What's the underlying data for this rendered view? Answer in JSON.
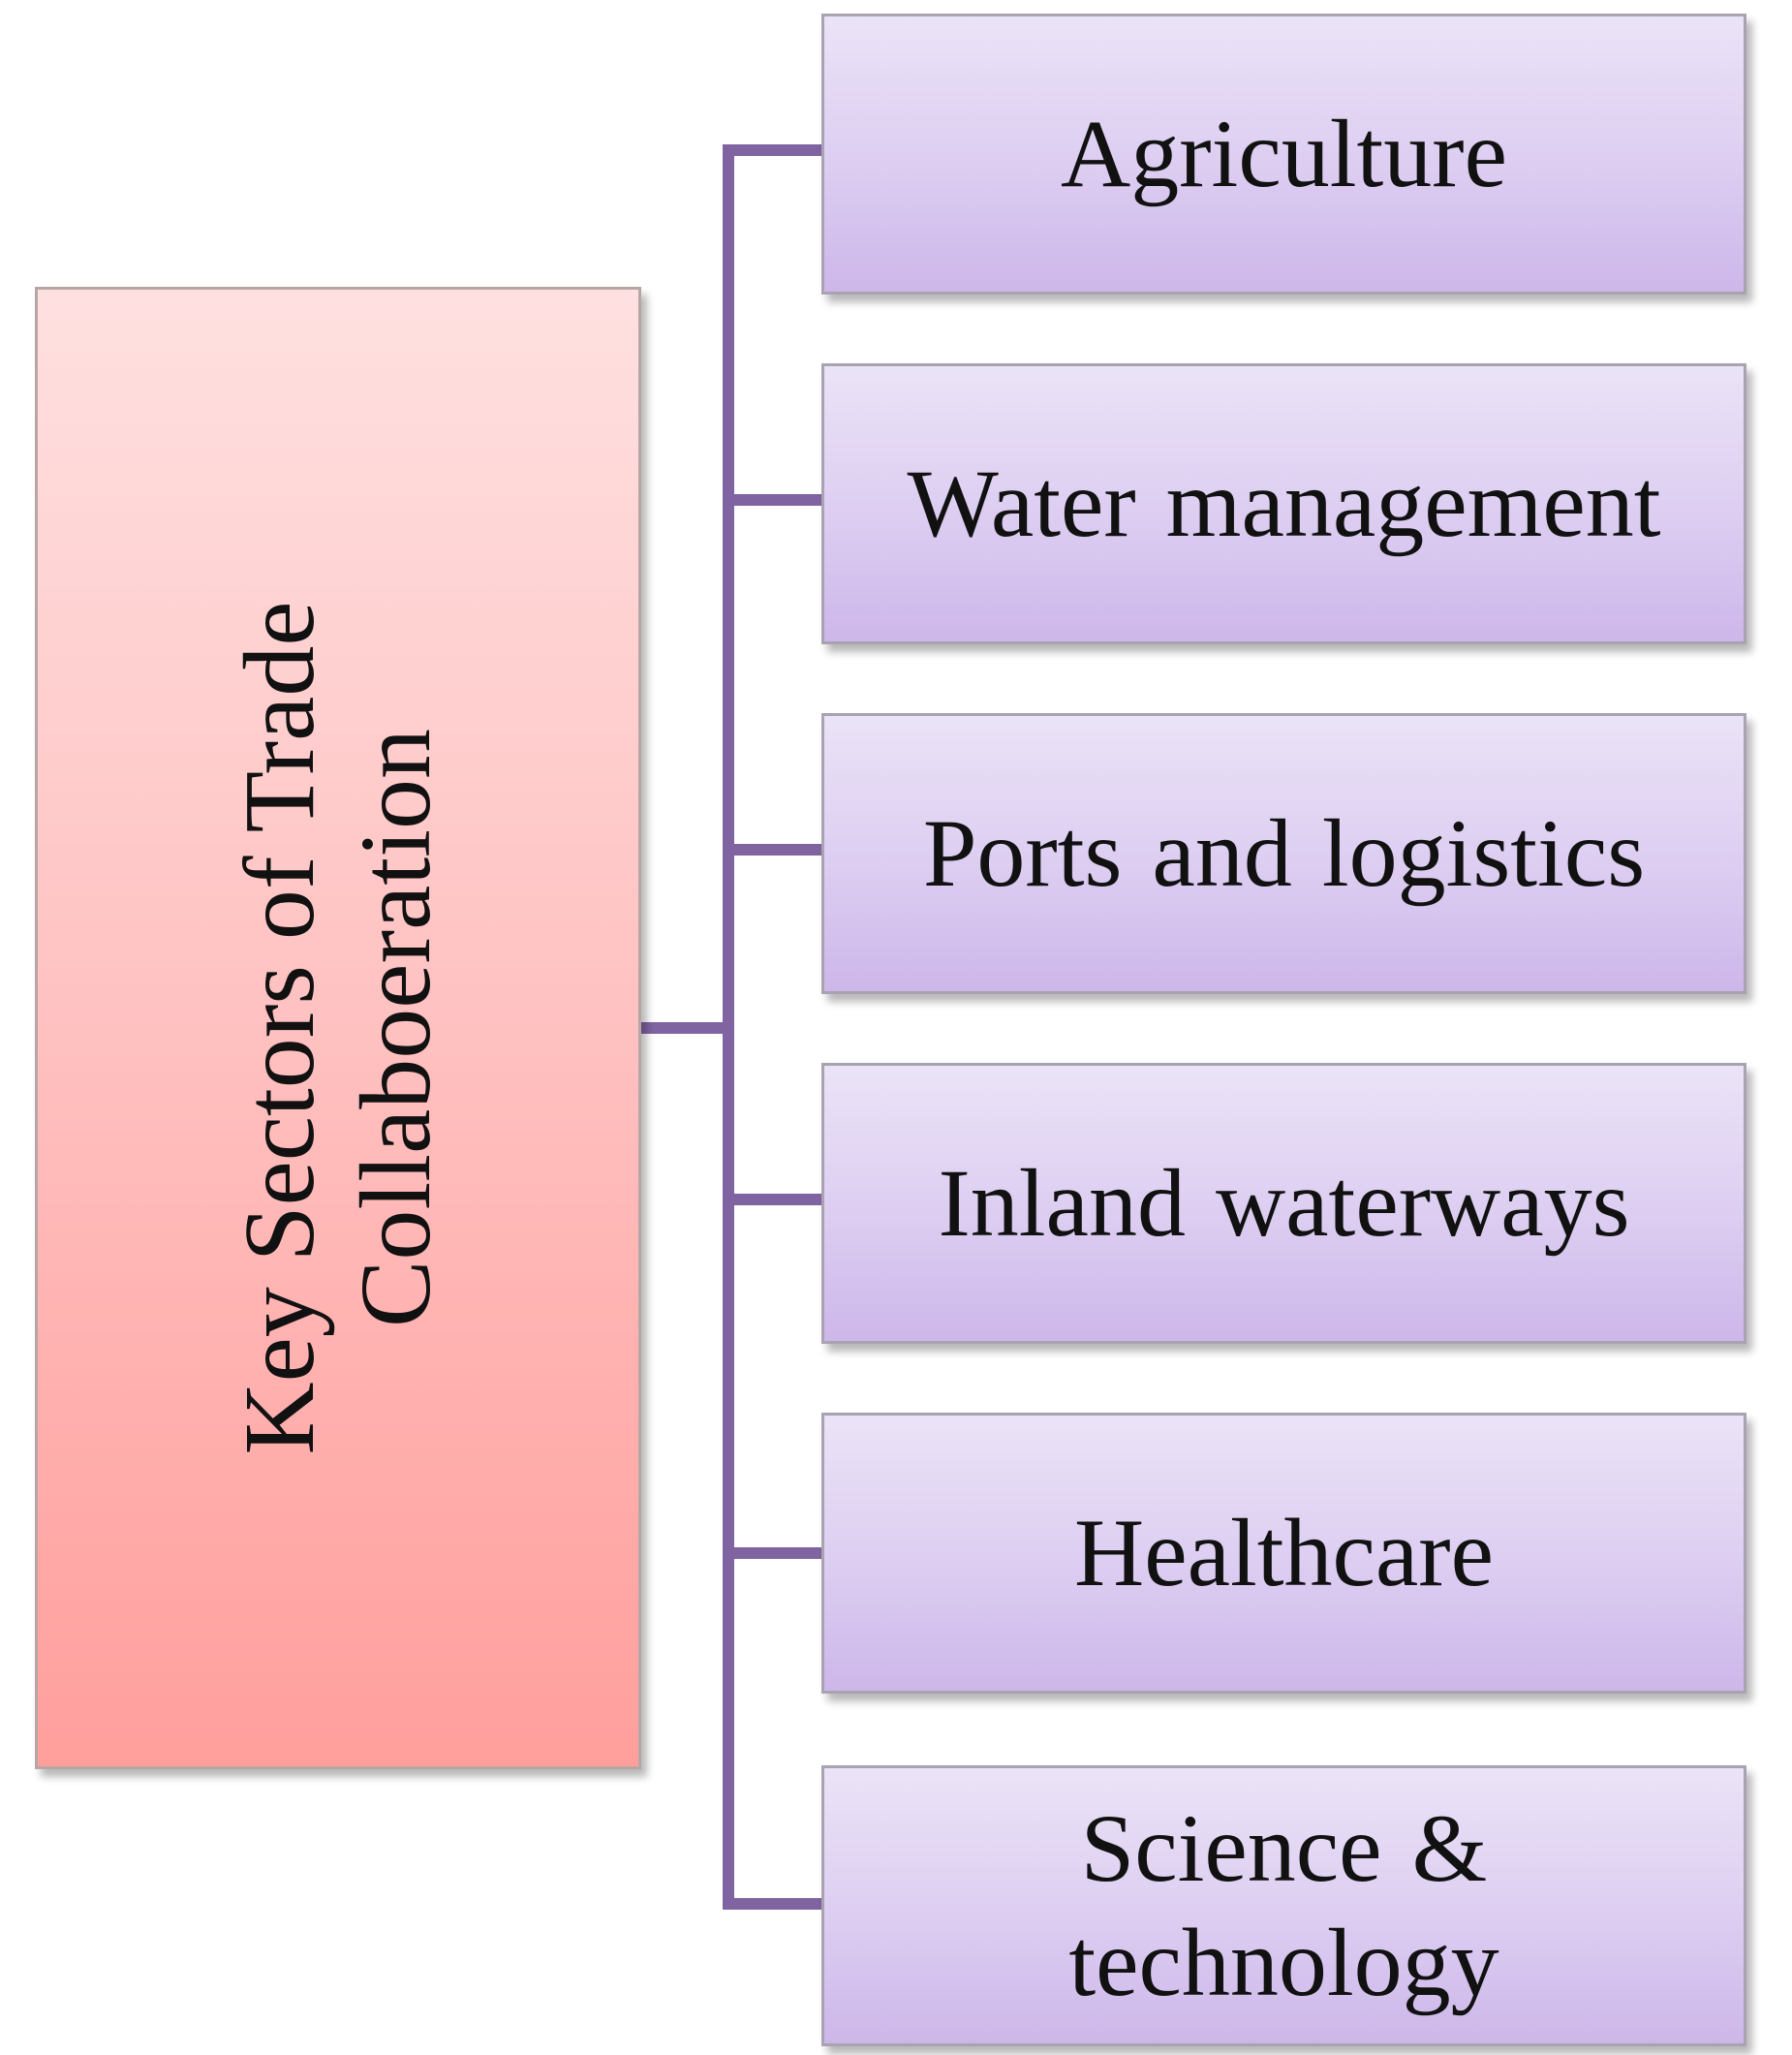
{
  "diagram": {
    "root": {
      "line1": "Key Sectors  of  Trade",
      "line2": "Collaboeration"
    },
    "sectors": [
      {
        "label": "Agriculture"
      },
      {
        "label": "Water management"
      },
      {
        "label": "Ports and logistics"
      },
      {
        "label": "Inland  waterways"
      },
      {
        "label": "Healthcare"
      },
      {
        "label": "Science & technology"
      }
    ]
  },
  "colors": {
    "connector": "#8064a2",
    "root_fill_top": "#ffe0e0",
    "root_fill_bottom": "#ff9f9c",
    "sector_fill_top": "#ebe3f7",
    "sector_fill_bottom": "#cdb7ea"
  }
}
